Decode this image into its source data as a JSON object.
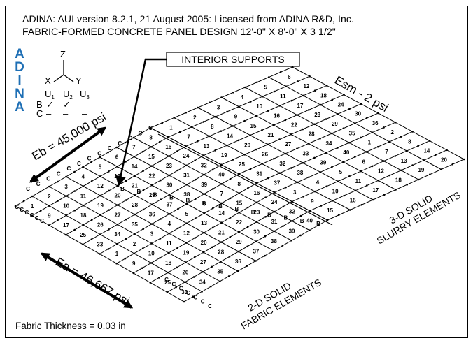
{
  "header": {
    "line1": "ADINA:  AUI version 8.2.1, 21 August 2005: Licensed from ADINA R&D, Inc.",
    "line2": "FABRIC-FORMED CONCRETE PANEL DESIGN 12'-0\" X 8'-0\" X 3 1/2\""
  },
  "logo": {
    "letters": [
      "A",
      "D",
      "I",
      "N",
      "A"
    ],
    "color": "#1e6fb5"
  },
  "axes": {
    "z": "Z",
    "x": "X",
    "y": "Y"
  },
  "boundary_table": {
    "columns": [
      "U1",
      "U2",
      "U3"
    ],
    "rows": [
      {
        "label": "B",
        "values": [
          "✓",
          "✓",
          "–"
        ]
      },
      {
        "label": "C",
        "values": [
          "–",
          "–",
          "–"
        ]
      }
    ]
  },
  "callout": {
    "text": "INTERIOR SUPPORTS"
  },
  "labels": {
    "eb": "Eb = 45,000 psi",
    "ea": "Ea = 46,667 psi",
    "esm": "Esm - 2 psi",
    "fabric_line1": "2-D SOLID",
    "fabric_line2": "FABRIC ELEMENTS",
    "slurry_line1": "3-D SOLID",
    "slurry_line2": "SLURRY ELEMENTS"
  },
  "footer": {
    "thickness": "Fabric Thickness = 0.03 in"
  },
  "element_numbers": [
    "1",
    "2",
    "3",
    "4",
    "5",
    "6",
    "7",
    "8",
    "9",
    "10",
    "11",
    "12",
    "13",
    "14",
    "15",
    "16",
    "17",
    "18",
    "19",
    "20",
    "21",
    "22",
    "23",
    "24",
    "25",
    "26",
    "27",
    "28",
    "29",
    "30",
    "31",
    "32",
    "33",
    "34",
    "35",
    "36",
    "37",
    "38",
    "39",
    "40"
  ]
}
